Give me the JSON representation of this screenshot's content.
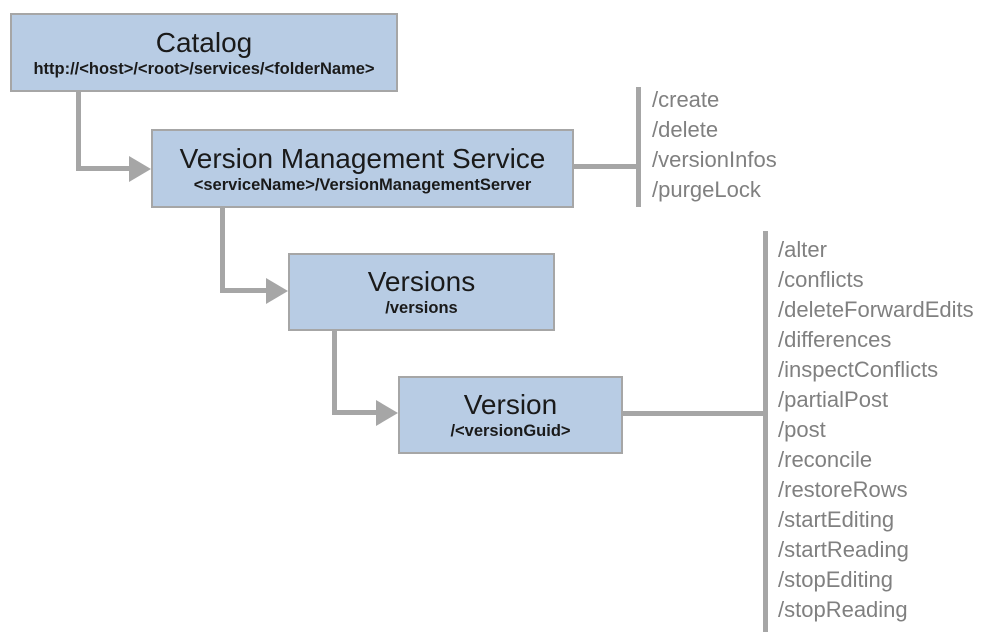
{
  "diagram": {
    "nodes": [
      {
        "title": "Catalog",
        "subtitle": "http://<host>/<root>/services/<folderName>"
      },
      {
        "title": "Version Management Service",
        "subtitle": "<serviceName>/VersionManagementServer",
        "operations": [
          "/create",
          "/delete",
          "/versionInfos",
          "/purgeLock"
        ]
      },
      {
        "title": "Versions",
        "subtitle": "/versions"
      },
      {
        "title": "Version",
        "subtitle": "/<versionGuid>",
        "operations": [
          "/alter",
          "/conflicts",
          "/deleteForwardEdits",
          "/differences",
          "/inspectConflicts",
          "/partialPost",
          "/post",
          "/reconcile",
          "/restoreRows",
          "/startEditing",
          "/startReading",
          "/stopEditing",
          "/stopReading"
        ]
      }
    ],
    "colors": {
      "node_fill": "#b8cce4",
      "node_border": "#a6a6a6",
      "connector": "#a6a6a6",
      "operation_text": "#808080",
      "node_text": "#1a1a1a",
      "background": "#ffffff"
    }
  }
}
